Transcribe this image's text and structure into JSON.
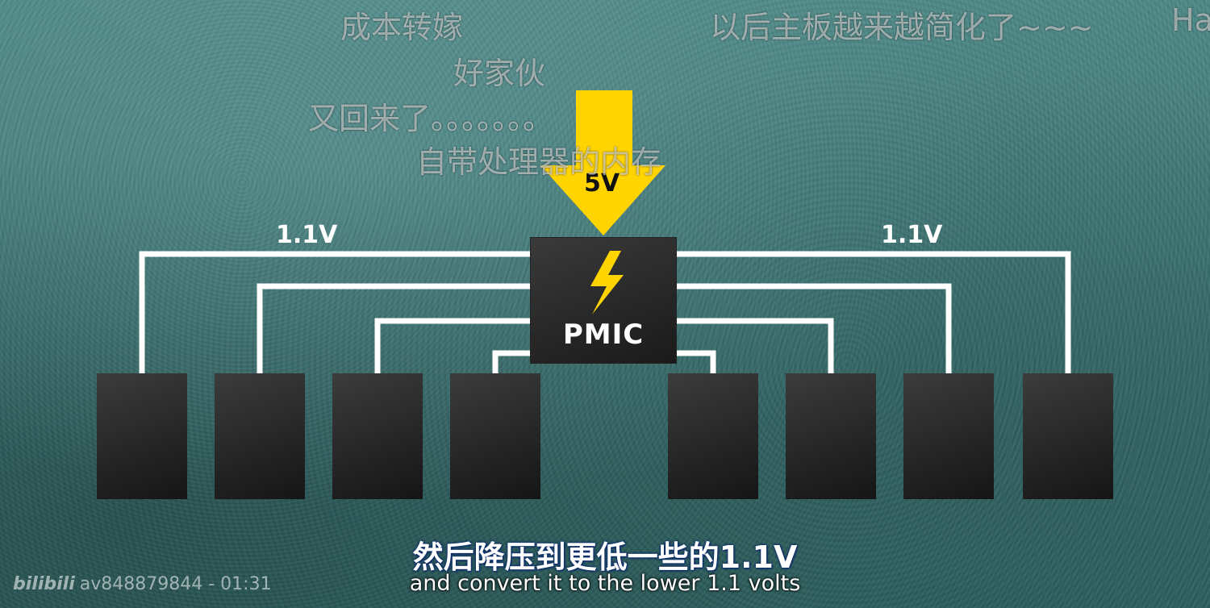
{
  "video": {
    "diagram": {
      "input_voltage": "5V",
      "controller_label": "PMIC",
      "rail_left_label": "1.1V",
      "rail_right_label": "1.1V",
      "chip_count": 8
    },
    "danmaku": [
      "成本转嫁",
      "以后主板越来越简化了~~~",
      "Ha",
      "好家伙",
      "又回来了。。。。。。。",
      "自带处理器的内存"
    ],
    "subtitle": {
      "chinese": "然后降压到更低一些的1.1V",
      "english": "and convert it to the lower 1.1 volts"
    },
    "watermark": {
      "logo": "bilibili",
      "id": "av848879844",
      "separator": " - ",
      "timestamp": "01:31"
    }
  },
  "colors": {
    "background": "#3f7877",
    "arrow": "#ffd400",
    "wire": "#ffffff",
    "chip": "#1f1f1f"
  },
  "icons": [
    "lightning-bolt-icon",
    "down-arrow-icon",
    "bilibili-logo"
  ]
}
